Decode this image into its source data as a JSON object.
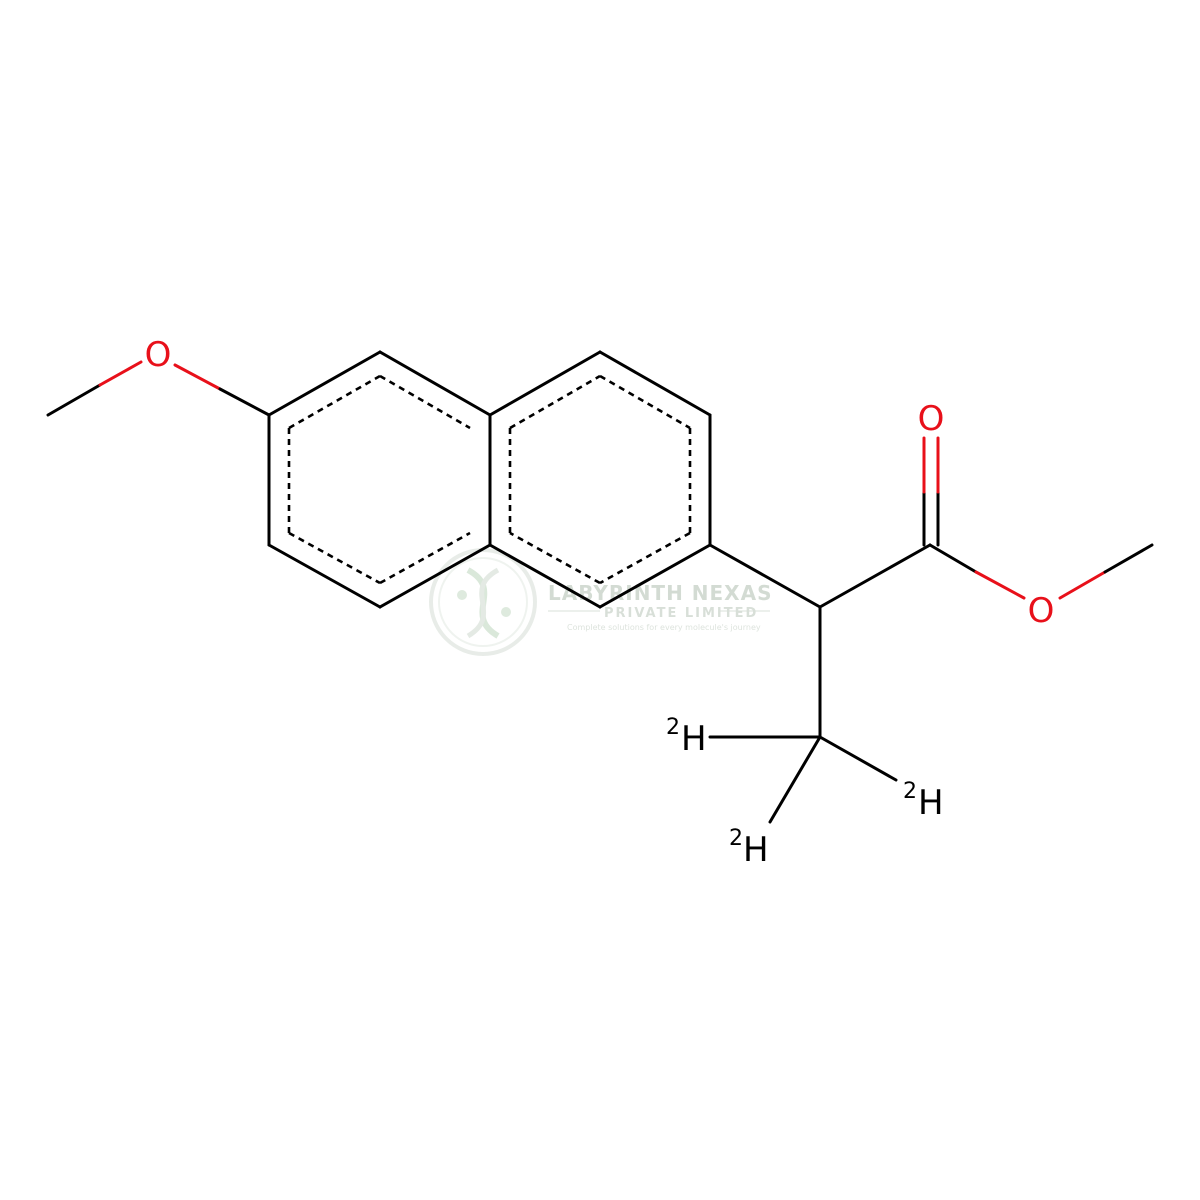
{
  "molecule": {
    "atoms": {
      "o_methoxy": "O",
      "o_carbonyl": "O",
      "o_ester": "O",
      "d_left": {
        "iso": "2",
        "el": "H"
      },
      "d_right": {
        "iso": "2",
        "el": "H"
      },
      "d_bottom": {
        "iso": "2",
        "el": "H"
      }
    },
    "colors": {
      "bond": "#000000",
      "oxygen": "#e8101a"
    }
  },
  "watermark": {
    "title": "LABYRINTH NEXAS",
    "subtitle": "PRIVATE LIMITED",
    "tagline": "Complete solutions for every molecule's journey",
    "logo": "dna-helix-logo"
  }
}
